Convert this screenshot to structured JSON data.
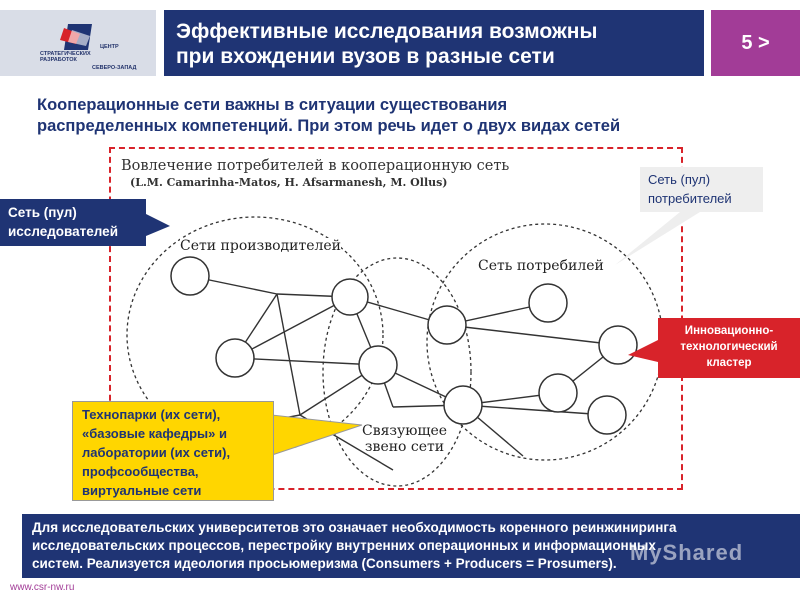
{
  "logo": {
    "line1": "ЦЕНТР",
    "line2": "СТРАТЕГИЧЕСКИХ",
    "line3": "РАЗРАБОТОК",
    "line4": "СЕВЕРО-ЗАПАД",
    "colors": {
      "red": "#d8232a",
      "blue": "#1f3474"
    }
  },
  "header": {
    "title_line1": "Эффективные исследования возможны",
    "title_line2": "при вхождении вузов в разные сети",
    "page_label": "5 >"
  },
  "intro": {
    "line1": "Кооперационные сети важны в ситуации существования",
    "line2": "распределенных компетенций. При этом речь идет о двух видах сетей"
  },
  "figure": {
    "title": "Вовлечение потребителей в кооперационную сеть",
    "subtitle": "(L.M. Camarinha-Matos, H. Afsarmanesh, M. Ollus)",
    "producers_label": "Сети производителей",
    "consumers_label": "Сеть потребилей",
    "link_label_line1": "Связующее",
    "link_label_line2": "звено сети"
  },
  "callouts": {
    "researchers_line1": "Сеть (пул)",
    "researchers_line2": "исследователей",
    "consumers_line1": "Сеть (пул)",
    "consumers_line2": "потребителей",
    "cluster_line1": "Инновационно-",
    "cluster_line2": "технологический",
    "cluster_line3": "кластер",
    "technoparks_line1": "Технопарки (их сети),",
    "technoparks_line2": "«базовые кафедры» и",
    "technoparks_line3": "лаборатории (их сети),",
    "technoparks_line4": "профсообщества,",
    "technoparks_line5": "виртуальные сети"
  },
  "bottom": {
    "line1": "Для исследовательских университетов это означает необходимость коренного реинжиниринга",
    "line2": "исследовательских процессов, перестройку внутренних операционных и информационных",
    "line3": "систем. Реализуется идеология просьюмеризма (Consumers + Producers = Prosumers)."
  },
  "footer": {
    "url": "www.csr-nw.ru",
    "watermark": "MyShared"
  },
  "colors": {
    "navy": "#1f3474",
    "purple": "#a23c97",
    "red": "#d8232a",
    "yellow": "#ffd600",
    "grey": "#eeeeee"
  }
}
